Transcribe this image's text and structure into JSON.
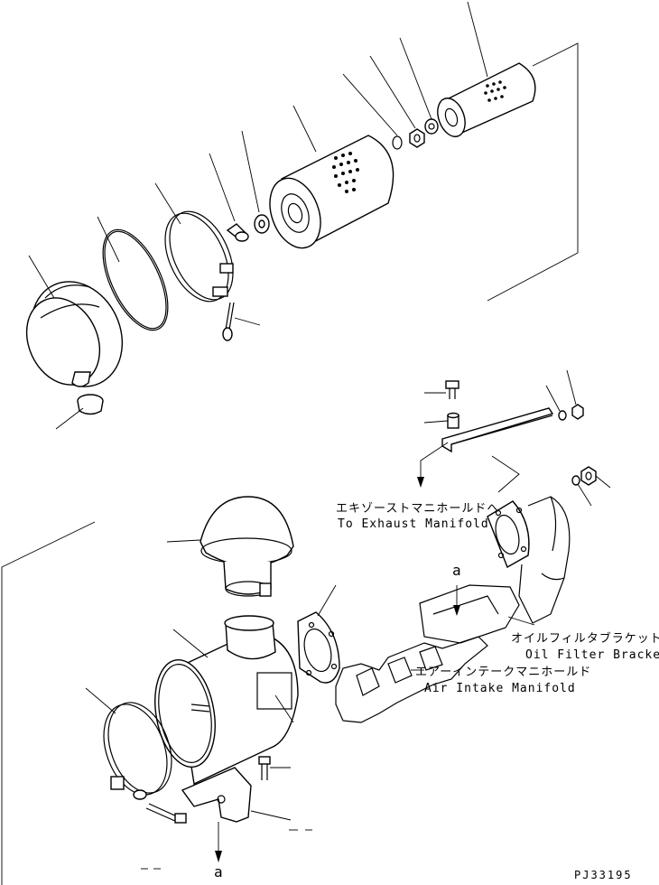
{
  "labels": {
    "exhaust_jp": "エキゾーストマニホールドへ",
    "exhaust_en": "To Exhaust Manifold",
    "oil_filter_jp": "オイルフィルタブラケット",
    "oil_filter_en": "Oil Filter Bracket",
    "air_intake_jp": "エアーインテークマニホールド",
    "air_intake_en": "Air Intake Manifold",
    "ref_a_top": "a",
    "ref_a_bottom": "a",
    "drawing_code": "PJ33195"
  },
  "colors": {
    "line": "#000000",
    "background": "#ffffff"
  }
}
